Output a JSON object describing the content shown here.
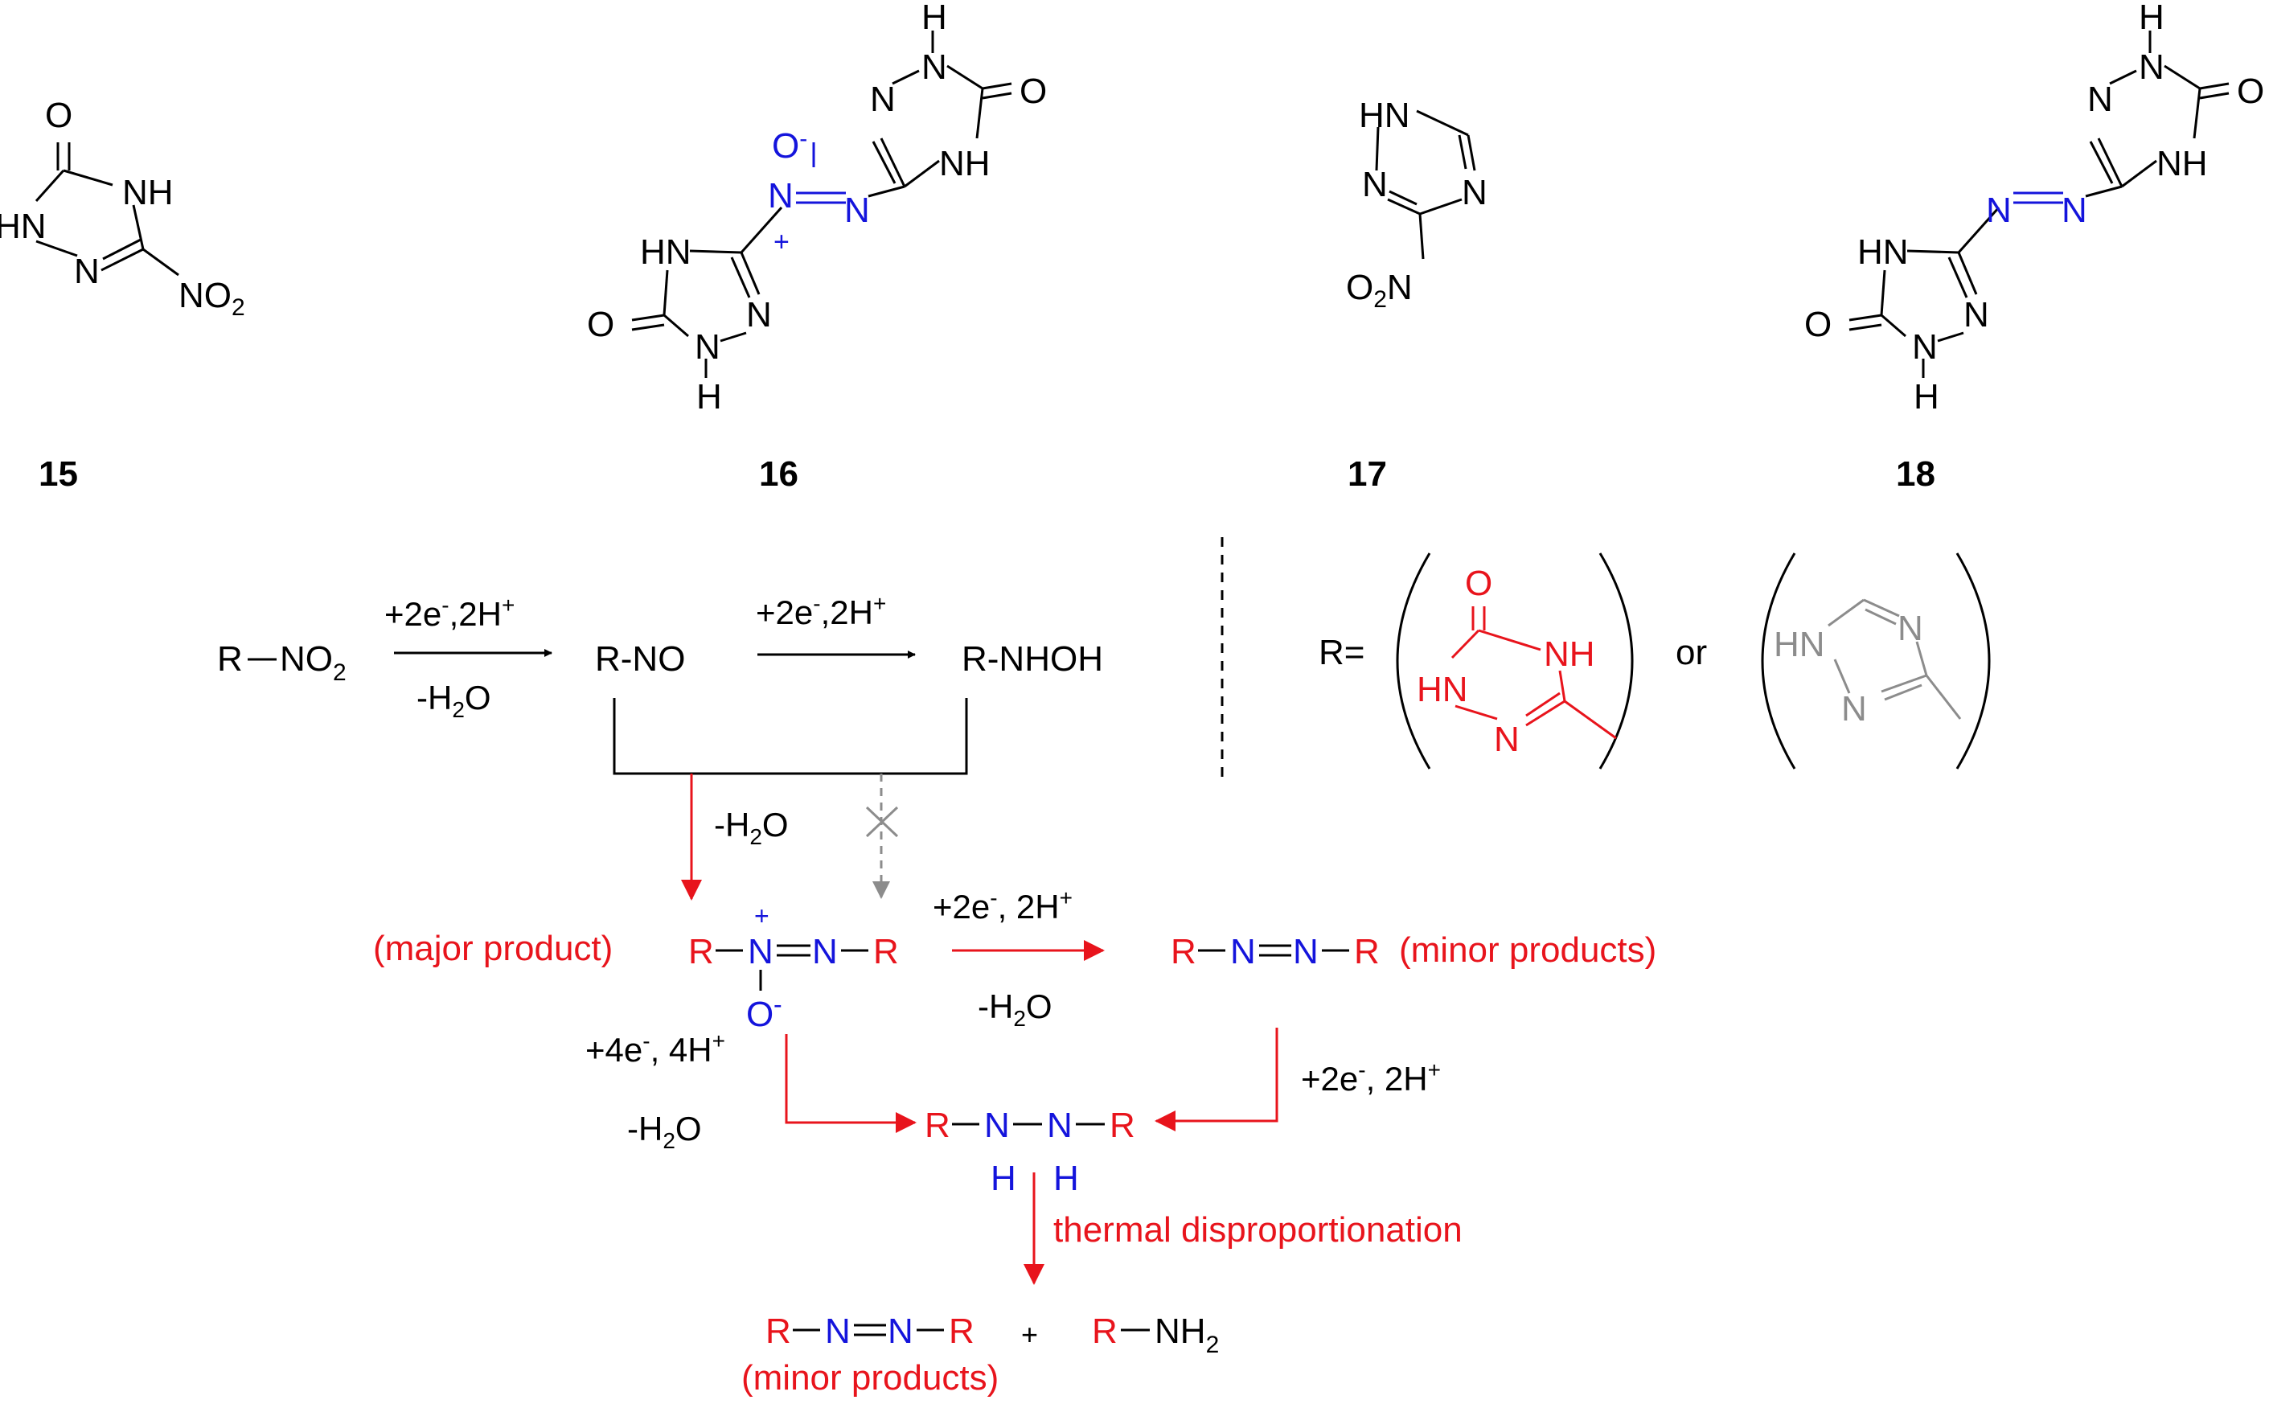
{
  "colors": {
    "black": "#000000",
    "red": "#e8141c",
    "blue": "#1414dc",
    "gray": "#8c8c8c"
  },
  "compounds": {
    "c15": {
      "label": "15",
      "atoms": {
        "o": "O",
        "nh4": "NH",
        "hn1": "HN",
        "n2": "N",
        "no2_main": "NO",
        "no2_sub": "2"
      }
    },
    "c16": {
      "label": "16",
      "atoms": {
        "h_top": "H",
        "n_a": "N",
        "n_b": "N",
        "o_a": "O",
        "nh_a": "NH",
        "o_minus": "O",
        "minus": "-",
        "n_plus": "N",
        "plus": "+",
        "n_azo": "N",
        "hn_b": "HN",
        "n_c": "N",
        "o_b": "O",
        "n_d": "N",
        "h_bot": "H"
      }
    },
    "c17": {
      "label": "17",
      "atoms": {
        "hn": "HN",
        "n2": "N",
        "n4": "N",
        "o2n_o": "O",
        "o2n_sub": "2",
        "o2n_n": "N"
      }
    },
    "c18": {
      "label": "18",
      "atoms": {
        "h_top": "H",
        "n_a": "N",
        "n_b": "N",
        "o_a": "O",
        "nh_a": "NH",
        "n_azo1": "N",
        "n_azo2": "N",
        "hn_b": "HN",
        "n_c": "N",
        "o_b": "O",
        "n_d": "N",
        "h_bot": "H"
      }
    }
  },
  "mechanism": {
    "start": {
      "r": "R",
      "main": "NO",
      "sub": "2"
    },
    "step1": {
      "above": "+2e",
      "e_sup": "-",
      "mid": ",2H",
      "h_sup": "+",
      "below_pre": "-H",
      "below_sub": "2",
      "below_post": "O"
    },
    "rno": "R-NO",
    "step2": {
      "above": "+2e",
      "e_sup": "-",
      "mid": ",2H",
      "h_sup": "+"
    },
    "rnhoh": "R-NHOH",
    "condense": {
      "pre": "-H",
      "sub": "2",
      "post": "O"
    },
    "azoxy": {
      "r1": "R",
      "n_plus": "N",
      "plus": "+",
      "n2": "N",
      "r2": "R",
      "o": "O",
      "minus": "-",
      "note": "(major product)"
    },
    "to_azo": {
      "above": "+2e",
      "e_sup": "-",
      "mid": ", 2H",
      "h_sup": "+",
      "below_pre": "-H",
      "below_sub": "2",
      "below_post": "O"
    },
    "azo_minor": {
      "r1": "R",
      "n1": "N",
      "n2": "N",
      "r2": "R",
      "note": "(minor products)"
    },
    "left_red": {
      "main": "+4e",
      "e_sup": "-",
      "mid": ", 4H",
      "h_sup": "+",
      "below_pre": "-H",
      "below_sub": "2",
      "below_post": "O"
    },
    "right_red": {
      "main": "+2e",
      "e_sup": "-",
      "mid": ", 2H",
      "h_sup": "+"
    },
    "hydrazo": {
      "r1": "R",
      "n1": "N",
      "n2": "N",
      "r2": "R",
      "h1": "H",
      "h2": "H"
    },
    "thermal": "thermal disproportionation",
    "final_azo": {
      "r1": "R",
      "n1": "N",
      "n2": "N",
      "r2": "R",
      "note": "(minor products)"
    },
    "plus_sign": "+",
    "amine": {
      "r": "R",
      "main": "NH",
      "sub": "2"
    }
  },
  "r_definition": {
    "label": "R=",
    "triazolone": {
      "o": "O",
      "nh": "NH",
      "hn": "HN",
      "n": "N"
    },
    "or": "or",
    "triazole": {
      "hn": "HN",
      "n_top": "N",
      "n_bot": "N"
    }
  }
}
